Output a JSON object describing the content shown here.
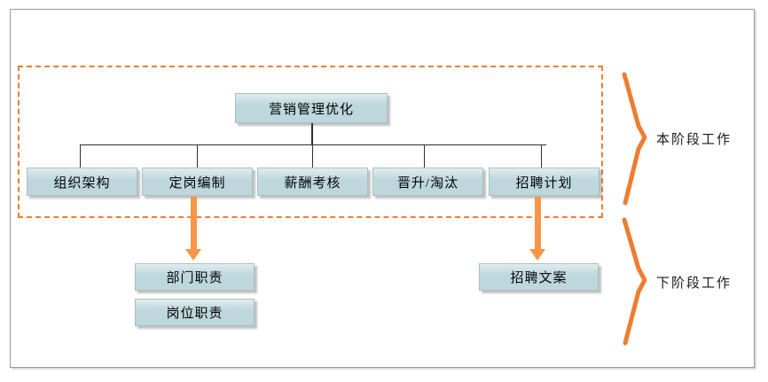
{
  "diagram": {
    "type": "org-flow",
    "title_node": {
      "label": "营销管理优化"
    },
    "current_phase_nodes": [
      {
        "label": "组织架构"
      },
      {
        "label": "定岗编制"
      },
      {
        "label": "薪酬考核"
      },
      {
        "label": "晋升/淘汰"
      },
      {
        "label": "招聘计划"
      }
    ],
    "next_phase_nodes": [
      {
        "label": "部门职责"
      },
      {
        "label": "岗位职责"
      },
      {
        "label": "招聘文案"
      }
    ],
    "brace_labels": [
      {
        "label": "本阶段工作"
      },
      {
        "label": "下阶段工作"
      }
    ],
    "colors": {
      "node_fill": "#bdd7dc",
      "node_border": "#a9bfc4",
      "accent_orange": "#ED7D31",
      "arrow_orange": "#F79646",
      "connector": "#2f2f2f",
      "frame_border": "#9a9a9a",
      "text": "#000000",
      "background": "#ffffff"
    }
  }
}
